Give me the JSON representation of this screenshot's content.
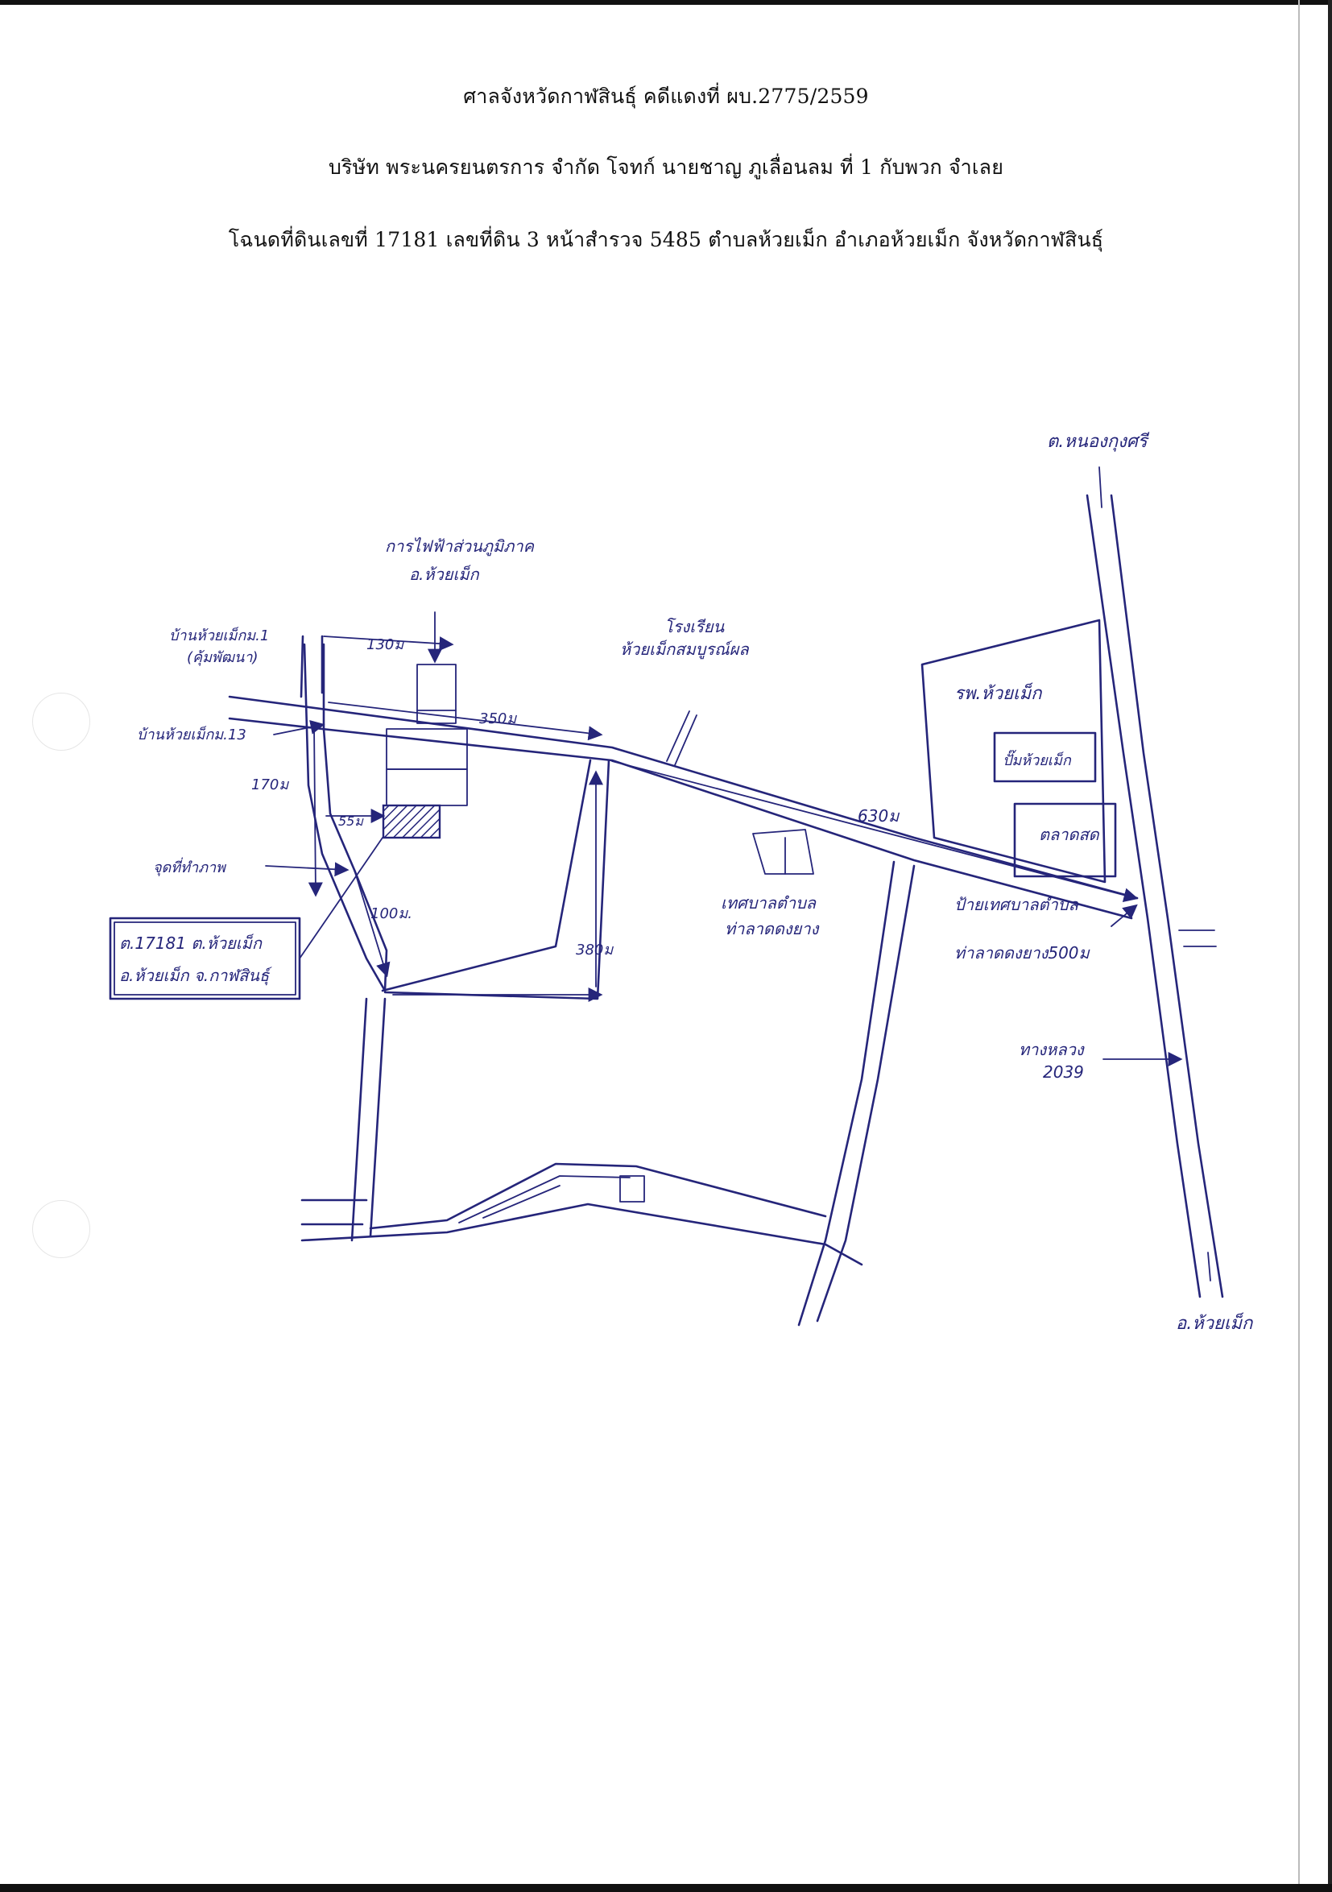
{
  "header": {
    "line1": "ศาลจังหวัดกาฬสินธุ์ คดีแดงที่ ผบ.2775/2559",
    "line2": "บริษัท พระนครยนตรการ จำกัด โจทก์ นายชาญ ภูเลื่อนลม ที่ 1 กับพวก จำเลย",
    "line3": "โฉนดที่ดินเลขที่ 17181 เลขที่ดิน 3 หน้าสำรวจ 5485 ตำบลห้วยเม็ก อำเภอห้วยเม็ก จังหวัดกาฬสินธุ์"
  },
  "map": {
    "labels": {
      "nong_kung_si": "ต.หนองกุงศรี",
      "electricity": "การไฟฟ้าส่วนภูมิภาค",
      "electricity_2": "อ.ห้วยเม็ก",
      "ban_huai_mek_1": "บ้านห้วยเม็กม.1",
      "ban_huai_mek_1_sub": "(คุ้มพัฒนา)",
      "ban_huai_mek_13": "บ้านห้วยเม็กม.13",
      "dist_130": "130ม",
      "dist_350": "350ม",
      "dist_170": "170ม",
      "dist_55": "55ม",
      "dist_100": "100ม.",
      "dist_380": "380ม",
      "dist_630": "630ม",
      "school": "โรงเรียน",
      "school_2": "ห้วยเม็กสมบูรณ์ผล",
      "hospital": "รพ.ห้วยเม็ก",
      "huai_mek_market": "ปั๊มห้วยเม็ก",
      "talat_sot": "ตลาดสด",
      "survey_road": "จุดที่ทำภาพ",
      "land_box_1": "ต.17181 ต.ห้วยเม็ก",
      "land_box_2": "อ.ห้วยเม็ก จ.กาฬสินธุ์",
      "municipality": "เทศบาลตำบล",
      "municipality_2": "ท่าลาดดงยาง",
      "sign_office": "ป้ายเทศบาลตำบล",
      "sign_office_2": "ท่าลาดดงยาง500ม",
      "highway": "ทางหลวง",
      "highway_no": "2039",
      "huai_mek_bottom": "อ.ห้วยเม็ก"
    }
  },
  "colors": {
    "ink": "#25257a",
    "print": "#111111"
  }
}
